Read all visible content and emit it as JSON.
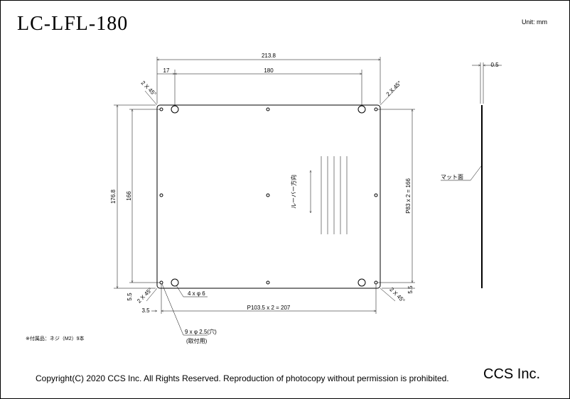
{
  "title": "LC-LFL-180",
  "unit": "Unit: mm",
  "dims": {
    "total_width": "213.8",
    "hole_offset": "17",
    "hole_pitch_top": "180",
    "chamfer_tl": "2 X 45°",
    "chamfer_tr": "2 X 45°",
    "chamfer_bl": "2 X 45°",
    "chamfer_br": "2 X 45°",
    "total_height": "176.8",
    "inner_height": "166",
    "bottom_margin_left": "5.5",
    "bottom_margin_right": "5.5",
    "left_margin": "3.5",
    "pitch_right": "P83 x 2 = 166",
    "pitch_bottom": "P103.5 x 2 = 207",
    "four_holes": "4 x φ 6",
    "nine_holes": "9 x φ 2.5(穴)",
    "nine_holes_sub": "(取付用)",
    "thickness": "0.5",
    "film_direction": "ルーバー方向",
    "matte_surface": "マット面"
  },
  "note": "※付属品：ネジ（M2）9本",
  "copyright": "Copyright(C) 2020 CCS Inc. All Rights Reserved. Reproduction of photocopy without permission is prohibited.",
  "company": "CCS Inc."
}
